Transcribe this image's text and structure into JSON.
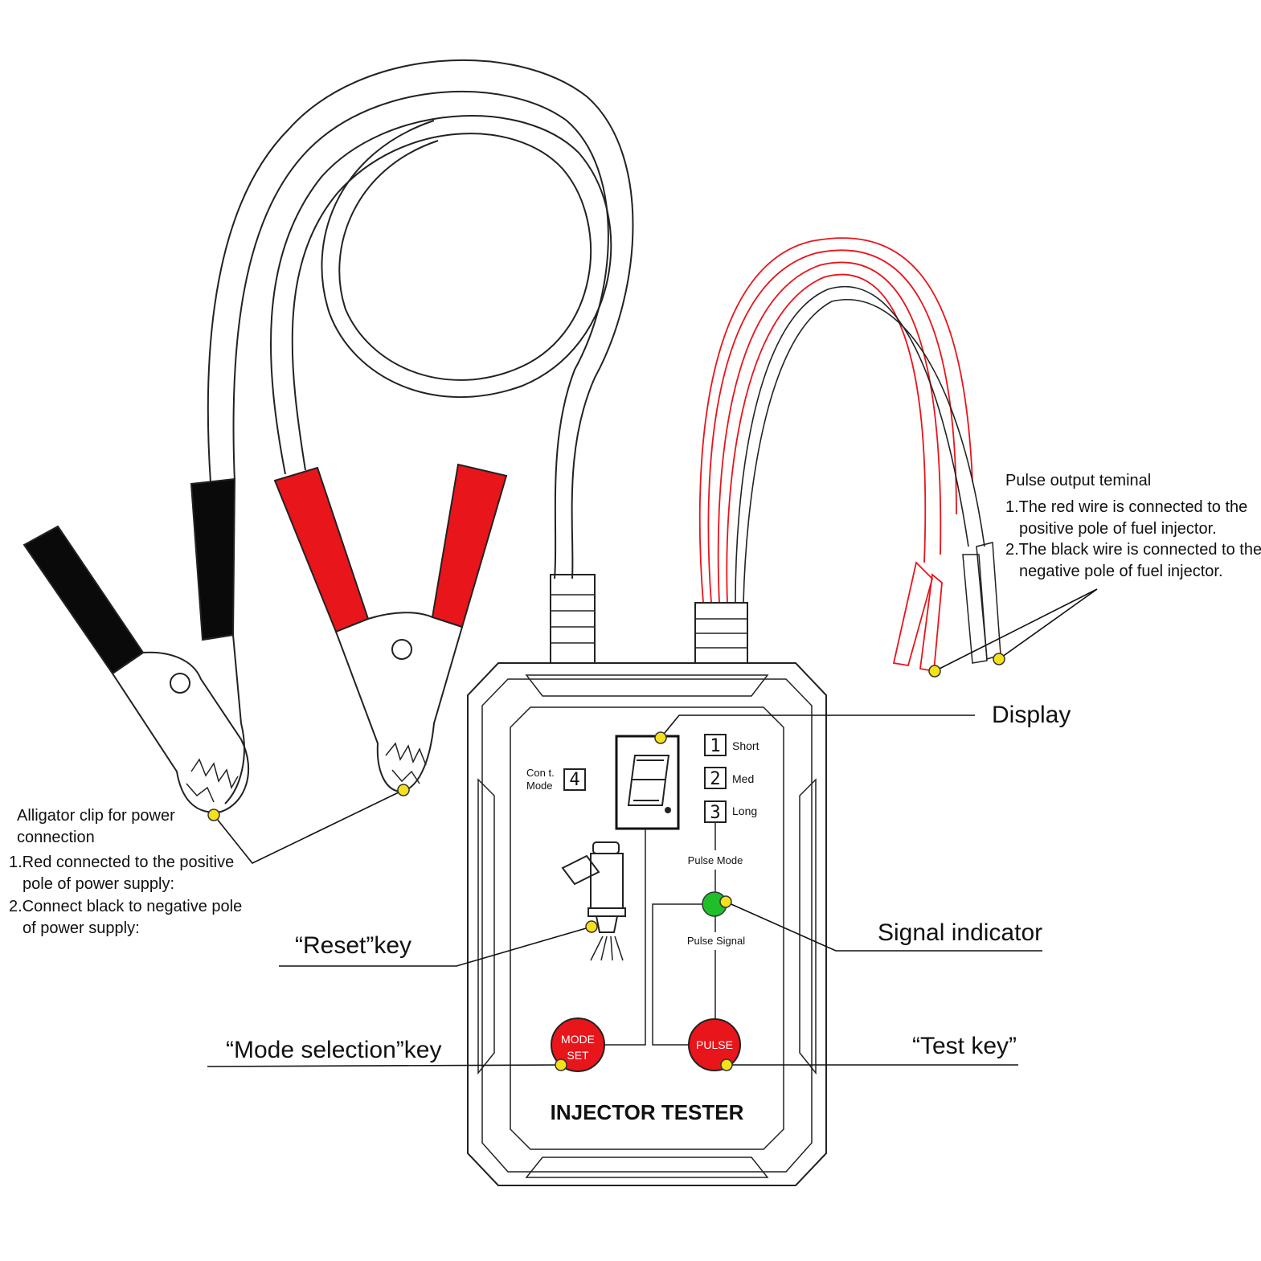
{
  "device": {
    "title": "INJECTOR TESTER",
    "display_digit": "8.",
    "cont_mode": {
      "label_line1": "Con t.",
      "label_line2": "Mode",
      "number": "4"
    },
    "modes": [
      {
        "number": "1",
        "label": "Short"
      },
      {
        "number": "2",
        "label": "Med"
      },
      {
        "number": "3",
        "label": "Long"
      }
    ],
    "pulse_mode_label": "Pulse Mode",
    "pulse_signal_label": "Pulse Signal",
    "mode_button": {
      "line1": "MODE",
      "line2": "SET"
    },
    "pulse_button": "PULSE"
  },
  "callouts": {
    "pulse_output": {
      "title": "Pulse output teminal",
      "line1": "1.The red wire is connected to the",
      "line2": "positive pole of fuel injector.",
      "line3": "2.The black wire is connected to the",
      "line4": "negative pole of fuel injector."
    },
    "display": "Display",
    "signal_indicator": "Signal indicator",
    "test_key": "“Test key”",
    "reset_key": "“Reset”key",
    "mode_selection_key": "“Mode selection”key",
    "alligator": {
      "line1": "Alligator clip for power",
      "line2": "connection",
      "line3": "1.Red connected to the positive",
      "line4": "pole of power supply:",
      "line5": "2.Connect black to negative pole",
      "line6": "of power supply:"
    }
  },
  "colors": {
    "red_handle": "#e8151b",
    "black_handle": "#0a0a0a",
    "button_red": "#e8151b",
    "indicator_green": "#1fbf2a",
    "callout_dot": "#f4e11a",
    "red_wire": "#e8151b"
  }
}
